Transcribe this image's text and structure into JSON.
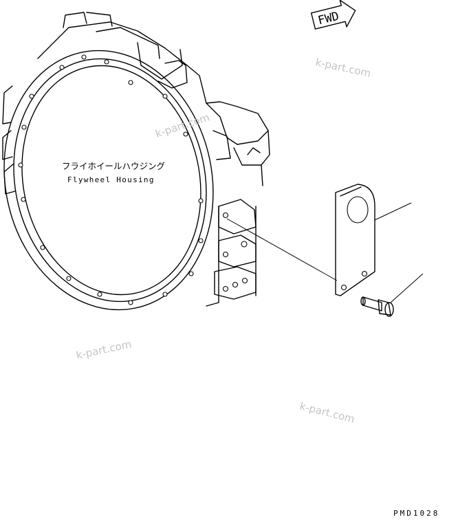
{
  "labels": {
    "part_name_jp": "フライホイールハウジング",
    "part_name_en": "Flywheel Housing",
    "fwd_arrow": "FWD",
    "drawing_code": "PMD1028"
  },
  "watermark": {
    "text": "k-part.com"
  }
}
